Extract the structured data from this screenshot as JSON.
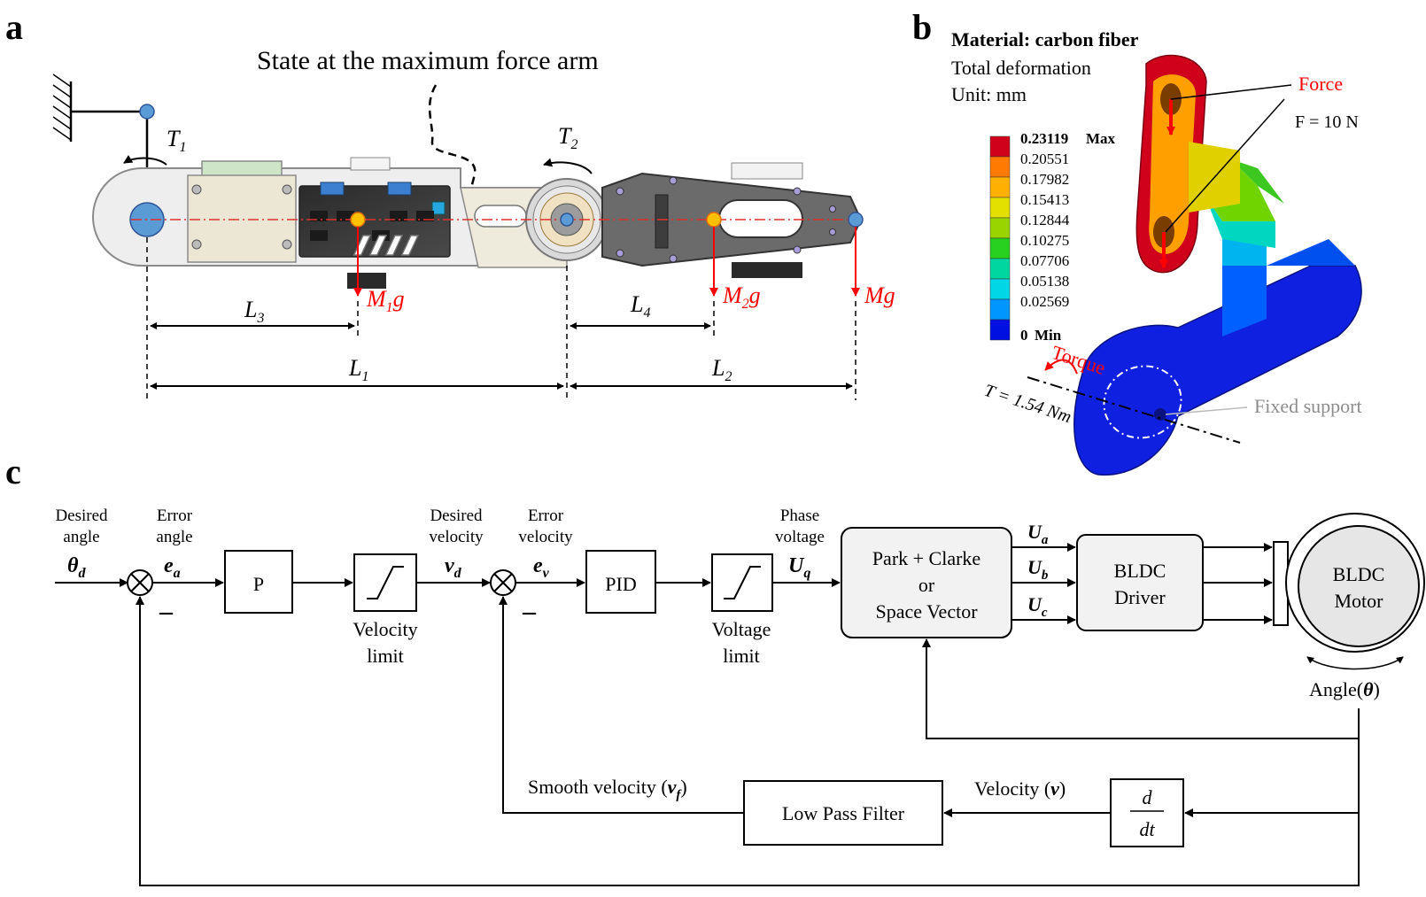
{
  "panels": {
    "a": "a",
    "b": "b",
    "c": "c"
  },
  "panel_a": {
    "title": "State at the maximum force arm",
    "t1": "T",
    "t1_sub": "1",
    "t2": "T",
    "t2_sub": "2",
    "m1g_m": "M",
    "m1g_sub": "1",
    "m1g_g": "g",
    "m2g_m": "M",
    "m2g_sub": "2",
    "m2g_g": "g",
    "mg": "Mg",
    "l1": "L",
    "l1_sub": "1",
    "l2": "L",
    "l2_sub": "2",
    "l3": "L",
    "l3_sub": "3",
    "l4": "L",
    "l4_sub": "4"
  },
  "panel_b": {
    "material": "Material: carbon fiber",
    "deformation": "Total deformation",
    "unit": "Unit: mm",
    "legend": [
      {
        "value": "0.23119",
        "suffix": "Max",
        "color": "#d0021b"
      },
      {
        "value": "0.20551",
        "suffix": "",
        "color": "#ff7a00"
      },
      {
        "value": "0.17982",
        "suffix": "",
        "color": "#ffb000"
      },
      {
        "value": "0.15413",
        "suffix": "",
        "color": "#e3e000"
      },
      {
        "value": "0.12844",
        "suffix": "",
        "color": "#9ad400"
      },
      {
        "value": "0.10275",
        "suffix": "",
        "color": "#28d020"
      },
      {
        "value": "0.07706",
        "suffix": "",
        "color": "#00d6a0"
      },
      {
        "value": "0.05138",
        "suffix": "",
        "color": "#00d6e6"
      },
      {
        "value": "0.02569",
        "suffix": "",
        "color": "#0096ff"
      },
      {
        "value": "0",
        "suffix": "Min",
        "color": "#0010e0"
      }
    ],
    "force_label": "Force",
    "force_value": "F = 10 N",
    "torque_label": "Torque",
    "torque_value": "T = 1.54 Nm",
    "support_label": "Fixed support"
  },
  "panel_c": {
    "desired_angle_1": "Desired",
    "desired_angle_2": "angle",
    "theta_d": "θ",
    "theta_d_sub": "d",
    "error_angle_1": "Error",
    "error_angle_2": "angle",
    "e_a": "e",
    "e_a_sub": "a",
    "minus": "–",
    "p_block": "P",
    "velocity_limit_1": "Velocity",
    "velocity_limit_2": "limit",
    "desired_velocity_1": "Desired",
    "desired_velocity_2": "velocity",
    "v_d": "v",
    "v_d_sub": "d",
    "error_velocity_1": "Error",
    "error_velocity_2": "velocity",
    "e_v": "e",
    "e_v_sub": "v",
    "pid_block": "PID",
    "voltage_limit_1": "Voltage",
    "voltage_limit_2": "limit",
    "phase_voltage_1": "Phase",
    "phase_voltage_2": "voltage",
    "u_q": "U",
    "u_q_sub": "q",
    "park_1": "Park + Clarke",
    "park_2": "or",
    "park_3": "Space Vector",
    "u_a": "U",
    "u_a_sub": "a",
    "u_b": "U",
    "u_b_sub": "b",
    "u_c": "U",
    "u_c_sub": "c",
    "driver_1": "BLDC",
    "driver_2": "Driver",
    "motor_1": "BLDC",
    "motor_2": "Motor",
    "angle_label": "Angle(",
    "angle_theta": "θ",
    "angle_close": ")",
    "deriv_num": "d",
    "deriv_den": "dt",
    "velocity_label": "Velocity (",
    "velocity_v": "v",
    "velocity_close": ")",
    "lpf_block": "Low Pass Filter",
    "smooth_label": "Smooth velocity  (",
    "smooth_v": "v",
    "smooth_v_sub": "f",
    "smooth_close": ")"
  }
}
